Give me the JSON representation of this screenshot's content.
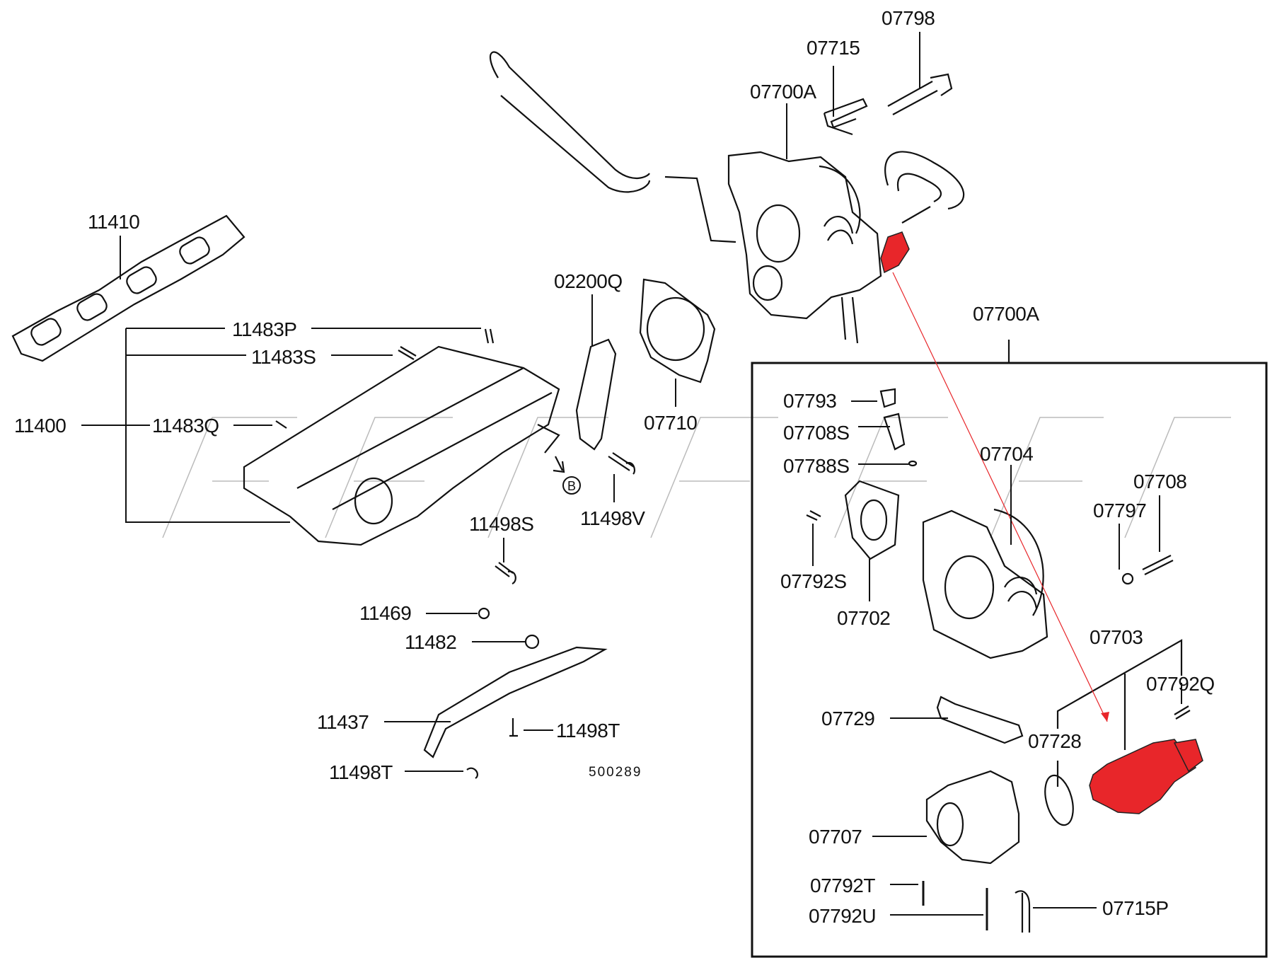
{
  "diagram": {
    "type": "exploded-parts-diagram",
    "subject": "intake manifold and throttle body assembly",
    "drawing_code": "500289",
    "watermark": "faded outlined logo lettering",
    "highlight_color": "#e8262a",
    "line_color": "#111111",
    "reference_marker": "B"
  },
  "labels": {
    "p07798": "07798",
    "p07715": "07715",
    "p07700A_top": "07700A",
    "p07700A_box": "07700A",
    "p11410": "11410",
    "p02200Q": "02200Q",
    "p11483P": "11483P",
    "p11483S": "11483S",
    "p11400": "11400",
    "p11483Q": "11483Q",
    "p07710": "07710",
    "p11498S": "11498S",
    "p11498V": "11498V",
    "p11469": "11469",
    "p11482": "11482",
    "p11437": "11437",
    "p11498T_a": "11498T",
    "p11498T_b": "11498T",
    "p07793": "07793",
    "p07708S": "07708S",
    "p07788S": "07788S",
    "p07704": "07704",
    "p07708": "07708",
    "p07797": "07797",
    "p07792S": "07792S",
    "p07702": "07702",
    "p07703": "07703",
    "p07792Q": "07792Q",
    "p07729": "07729",
    "p07728": "07728",
    "p07707": "07707",
    "p07792T": "07792T",
    "p07792U": "07792U",
    "p07715P": "07715P",
    "marker_B": "B"
  },
  "highlighted_parts": [
    "07703"
  ]
}
